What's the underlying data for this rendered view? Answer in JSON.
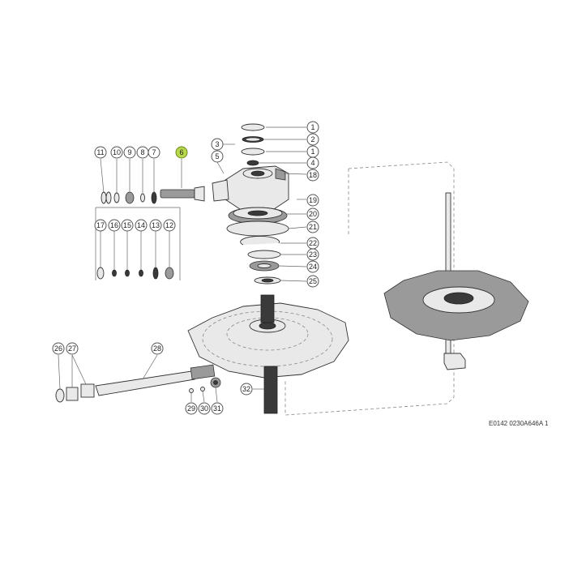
{
  "diagram": {
    "reference_code": "E0142 0230A646A 1",
    "highlight_color": "#b6d84a",
    "callouts": [
      "1",
      "2",
      "1",
      "3",
      "4",
      "5",
      "6",
      "7",
      "8",
      "9",
      "10",
      "11",
      "12",
      "13",
      "14",
      "15",
      "16",
      "17",
      "18",
      "19",
      "20",
      "21",
      "22",
      "23",
      "24",
      "25",
      "26",
      "27",
      "28",
      "29",
      "30",
      "31",
      "32"
    ],
    "highlighted": "6"
  }
}
